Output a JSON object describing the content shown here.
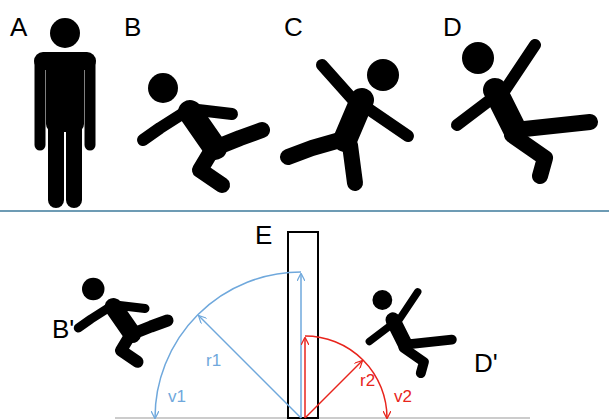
{
  "diagram": {
    "labels": [
      "A",
      "B",
      "C",
      "D",
      "E",
      "B'",
      "D'",
      "r1",
      "v1",
      "r2",
      "v2"
    ]
  }
}
